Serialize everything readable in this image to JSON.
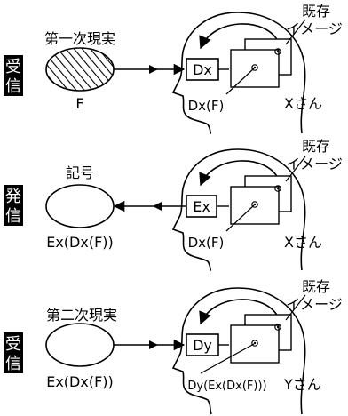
{
  "panels": [
    {
      "tag": [
        "受",
        "信"
      ],
      "ellipse_label_top": "第一次現実",
      "ellipse_label_bottom": "F",
      "box_label": "Dx",
      "pointer_label": "Dx(F)",
      "person": "Xさん",
      "image_label": [
        "既存",
        "イメージ"
      ],
      "hatched": true,
      "flow": "in"
    },
    {
      "tag": [
        "発",
        "信"
      ],
      "ellipse_label_top": "記号",
      "ellipse_label_bottom": "Ex(Dx(F))",
      "box_label": "Ex",
      "pointer_label": "Dx(F)",
      "person": "Xさん",
      "image_label": [
        "既存",
        "イメージ"
      ],
      "hatched": false,
      "flow": "out"
    },
    {
      "tag": [
        "受",
        "信"
      ],
      "ellipse_label_top": "第二次現実",
      "ellipse_label_bottom": "Ex(Dx(F))",
      "box_label": "Dy",
      "pointer_label": "Dy(Ex(Dx(F)))",
      "person": "Yさん",
      "image_label": [
        "既存",
        "イメージ"
      ],
      "hatched": false,
      "flow": "in"
    }
  ]
}
